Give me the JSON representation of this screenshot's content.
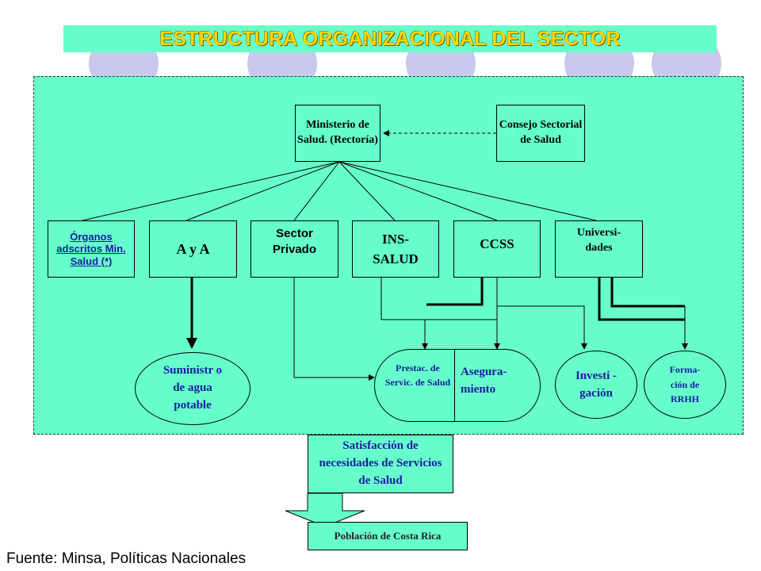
{
  "title": "ESTRUCTURA ORGANIZACIONAL DEL SECTOR",
  "nodes": {
    "ministerio": "Ministerio de Salud. (Rectoría)",
    "consejo": "Consejo Sectorial de Salud",
    "organos": "Órganos adscritos Min. Salud (*)",
    "aya": "A y A",
    "sector_privado": "Sector Privado",
    "ins": "INS- SALUD",
    "ccss": "CCSS",
    "universidades": "Universi- dades",
    "suministro": "Suministr o de agua potable",
    "prestac": "Prestac. de Servic. de Salud",
    "asegura": "Asegura- miento",
    "investigacion": "Investi -gación",
    "formacion": "Forma- ción de RRHH",
    "satisfaccion": "Satisfacción de necesidades de Servicios de Salud",
    "poblacion": "Población de Costa Rica"
  },
  "footer": "Fuente: Minsa, Políticas Nacionales",
  "colors": {
    "panel": "#66ffcc",
    "title_text": "#ffd700",
    "bubble": "#c8c8ec",
    "node_text_blue": "#1a1aa0"
  }
}
